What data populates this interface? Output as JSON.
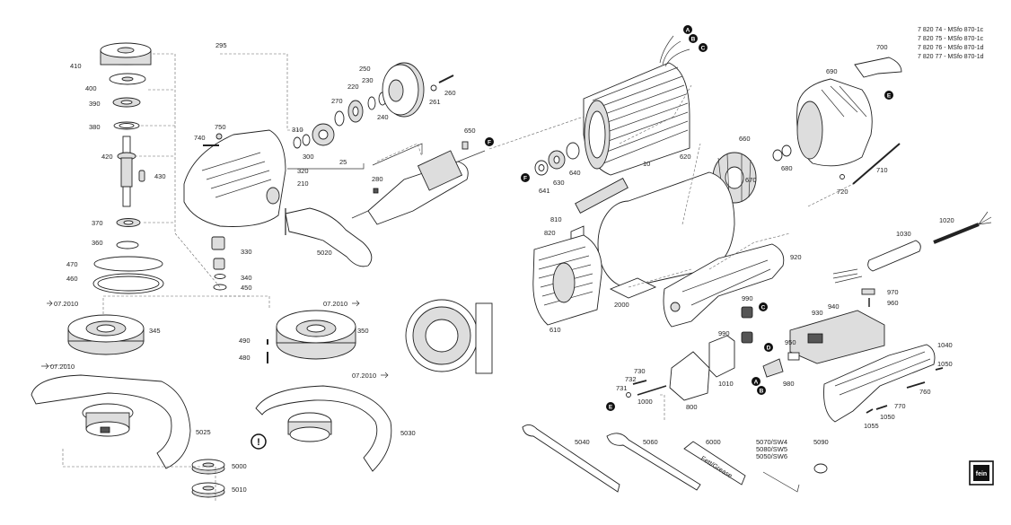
{
  "models": [
    "7 820 74 - MSfo 870-1c",
    "7 820 75 - MSfo 870-1c",
    "7 820 76 - MSfo 870-1d",
    "7 820 77 - MSfo 870-1d"
  ],
  "part_numbers": {
    "p410": "410",
    "p400": "400",
    "p390": "390",
    "p380": "380",
    "p420": "420",
    "p430": "430",
    "p370": "370",
    "p360": "360",
    "p470": "470",
    "p460": "460",
    "p295": "295",
    "p740": "740",
    "p750": "750",
    "p310": "310",
    "p300": "300",
    "p320": "320",
    "p25": "25",
    "p210": "210",
    "p280": "280",
    "p270": "270",
    "p220": "220",
    "p230": "230",
    "p240": "240",
    "p250": "250",
    "p261": "261",
    "p260": "260",
    "p650": "650",
    "p330": "330",
    "p5020": "5020",
    "p340": "340",
    "p450": "450",
    "p345": "345",
    "p350": "350",
    "p490": "490",
    "p480": "480",
    "p5025": "5025",
    "p5030": "5030",
    "p5000": "5000",
    "p5010": "5010",
    "p10": "10",
    "p620": "620",
    "p660": "660",
    "p680": "680",
    "p670": "670",
    "p640": "640",
    "p630": "630",
    "p641": "641",
    "p810": "810",
    "p820": "820",
    "p2000": "2000",
    "p610": "610",
    "p690": "690",
    "p700": "700",
    "p710": "710",
    "p720": "720",
    "p1020": "1020",
    "p1030": "1030",
    "p920": "920",
    "p970": "970",
    "p960": "960",
    "p990a": "990",
    "p990b": "990",
    "p930": "930",
    "p940": "940",
    "p950": "950",
    "p1040": "1040",
    "p1050a": "1050",
    "p1050b": "1050",
    "p760": "760",
    "p770": "770",
    "p1055": "1055",
    "p980": "980",
    "p1010": "1010",
    "p800": "800",
    "p730": "730",
    "p732": "732",
    "p731": "731",
    "p1000": "1000",
    "p5040": "5040",
    "p5060": "5060",
    "p6000": "6000",
    "p5090": "5090"
  },
  "refs": {
    "r1": "07.2010",
    "r2": "07.2010",
    "r3": "07.2010",
    "r4": "07.2010"
  },
  "kit_labels": [
    "5070/SW4",
    "5080/SW5",
    "5050/SW6"
  ],
  "grease_label": "Fett/Grease",
  "callouts": {
    "A": "A",
    "B": "B",
    "C": "C",
    "D": "D",
    "E": "E",
    "F": "F"
  },
  "brand": "fein"
}
